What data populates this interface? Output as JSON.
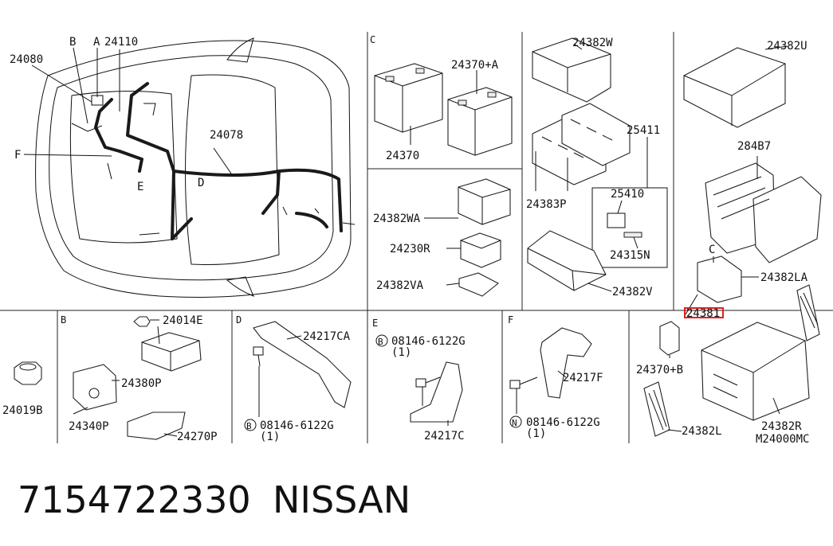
{
  "footer": {
    "part_number": "7154722330",
    "brand": "NISSAN"
  },
  "highlight": {
    "color": "#e02020"
  },
  "sections": {
    "b": "B",
    "c": "C",
    "d": "D",
    "e": "E",
    "f": "F"
  },
  "labels": {
    "p24080": "24080",
    "b_top": "B",
    "a_top": "A",
    "p24110": "24110",
    "f_side": "F",
    "e_side": "E",
    "d_side": "D",
    "p24078": "24078",
    "p24370": "24370",
    "p24370a": "24370+A",
    "p24382w": "24382W",
    "p24382u": "24382U",
    "p25411": "25411",
    "p28487": "284B7",
    "p24382wa": "24382WA",
    "p24383p": "24383P",
    "p25410": "25410",
    "p24230r": "24230R",
    "p24315n": "24315N",
    "c_right": "C",
    "p24382va": "24382VA",
    "p24382v": "24382V",
    "p24382la": "24382LA",
    "p24381": "24381",
    "p24014e": "24014E",
    "p24217ca": "24217CA",
    "e_bolt": "08146-6122G",
    "e_bolt_qty": "(1)",
    "f_bolt": "08146-6122G",
    "f_bolt_qty": "(1)",
    "d_bolt": "08146-6122G",
    "d_bolt_qty": "(1)",
    "p24380p": "24380P",
    "p24217f": "24217F",
    "p24370b": "24370+B",
    "p24019b": "24019B",
    "p24340p": "24340P",
    "p24270p": "24270P",
    "p24217c": "24217C",
    "p24382l": "24382L",
    "p24382r": "24382R",
    "ref": "M24000MC"
  }
}
